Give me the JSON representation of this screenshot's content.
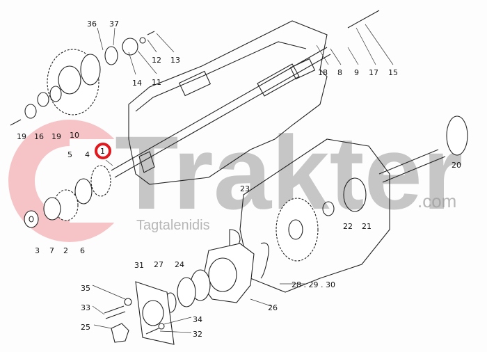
{
  "watermark": {
    "brand": "Trakter",
    "suffix": ".com",
    "subtitle": "Tagtalenidis",
    "accent": "#e8454f"
  },
  "highlight": {
    "label": "1",
    "color": "#e0191f"
  },
  "labels": [
    "36",
    "37",
    "12",
    "13",
    "14",
    "11",
    "19",
    "16",
    "19",
    "10",
    "5",
    "4",
    "18",
    "8",
    "9",
    "17",
    "15",
    "20",
    "23",
    "22",
    "21",
    "3",
    "7",
    "2",
    "6",
    "31",
    "27",
    "24",
    "35",
    "33",
    "25",
    "34",
    "32",
    "28 . 29 . 30",
    "26"
  ]
}
